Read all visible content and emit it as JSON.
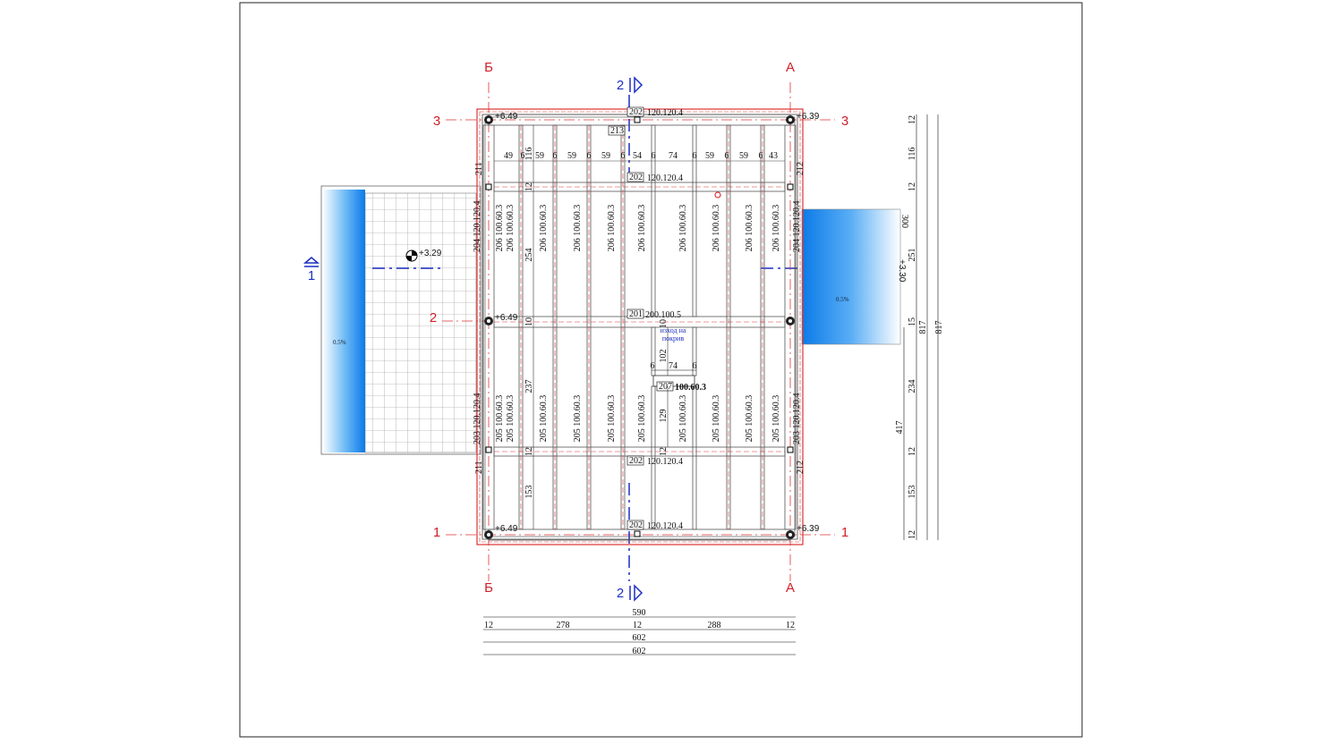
{
  "axes": {
    "top_left": "Б",
    "top_right": "А",
    "bottom_left": "Б",
    "bottom_right": "А",
    "row_3_left": "3",
    "row_3_right": "3",
    "row_2_left": "2",
    "row_1_left": "1",
    "row_1_right": "1"
  },
  "section_marks": {
    "top": "2",
    "bottom": "2",
    "left": "1"
  },
  "levels": {
    "corner_tl": "+6.49",
    "corner_tr": "+6.39",
    "mid_left": "+6.49",
    "corner_bl": "+6.49",
    "corner_br": "+6.39",
    "terrace": "+3.29",
    "right_canopy": "+3.30"
  },
  "slope_labels": {
    "left": "0.5%",
    "right": "0.5%"
  },
  "beam_tags": {
    "b202_top": {
      "id": "202",
      "spec": "120.120.4"
    },
    "b213": {
      "id": "213"
    },
    "b202_upper": {
      "id": "202",
      "spec": "120.120.4"
    },
    "b201": {
      "id": "201",
      "spec": "200.100.5"
    },
    "b207": {
      "id": "207",
      "spec": "100.60.3"
    },
    "b202_lower": {
      "id": "202",
      "spec": "120.120.4"
    },
    "b202_bottom": {
      "id": "202",
      "spec": "120.120.4"
    },
    "b206": {
      "id": "206",
      "spec": "100.60.3"
    },
    "b205": {
      "id": "205",
      "spec": "100.60.3"
    },
    "side_left_upper": "204 120.120.4",
    "side_left_lower": "203 120.120.4",
    "side_right_upper": "204 120.120.4",
    "side_right_lower": "203 120.120.4",
    "post_tl": "211",
    "post_bl": "211",
    "post_tr": "212",
    "post_br": "212"
  },
  "roof_exit_note": {
    "line1": "изход на",
    "line2": "покрив"
  },
  "purlin_dims": [
    "49",
    "6",
    "59",
    "6",
    "59",
    "6",
    "59",
    "6",
    "54",
    "6",
    "74",
    "6",
    "59",
    "6",
    "59",
    "6",
    "43"
  ],
  "hatch_dims": {
    "w": "74",
    "s1": "6",
    "s2": "6",
    "h_upper": "102",
    "h_lower": "129",
    "n10": "10",
    "n12": "12"
  },
  "inner_vertical_dims": {
    "top": "116",
    "t12": "12",
    "upper": "254",
    "mid": "10",
    "lower": "237",
    "b12": "12",
    "bottom": "153"
  },
  "right_dims": {
    "chain": [
      "12",
      "116",
      "12",
      "251",
      "15",
      "234",
      "12",
      "153",
      "12"
    ],
    "sub_417": "417",
    "total_a": "817",
    "total_b": "817",
    "extra": "300"
  },
  "bottom_dims": {
    "total_590": "590",
    "chain": [
      "12",
      "278",
      "12",
      "288",
      "12"
    ],
    "total_602_a": "602",
    "total_602_b": "602"
  },
  "colors": {
    "axis_red": "#d0202a",
    "section_blue": "#1c2fc4",
    "canopy_blue": "#1a8ff0"
  }
}
